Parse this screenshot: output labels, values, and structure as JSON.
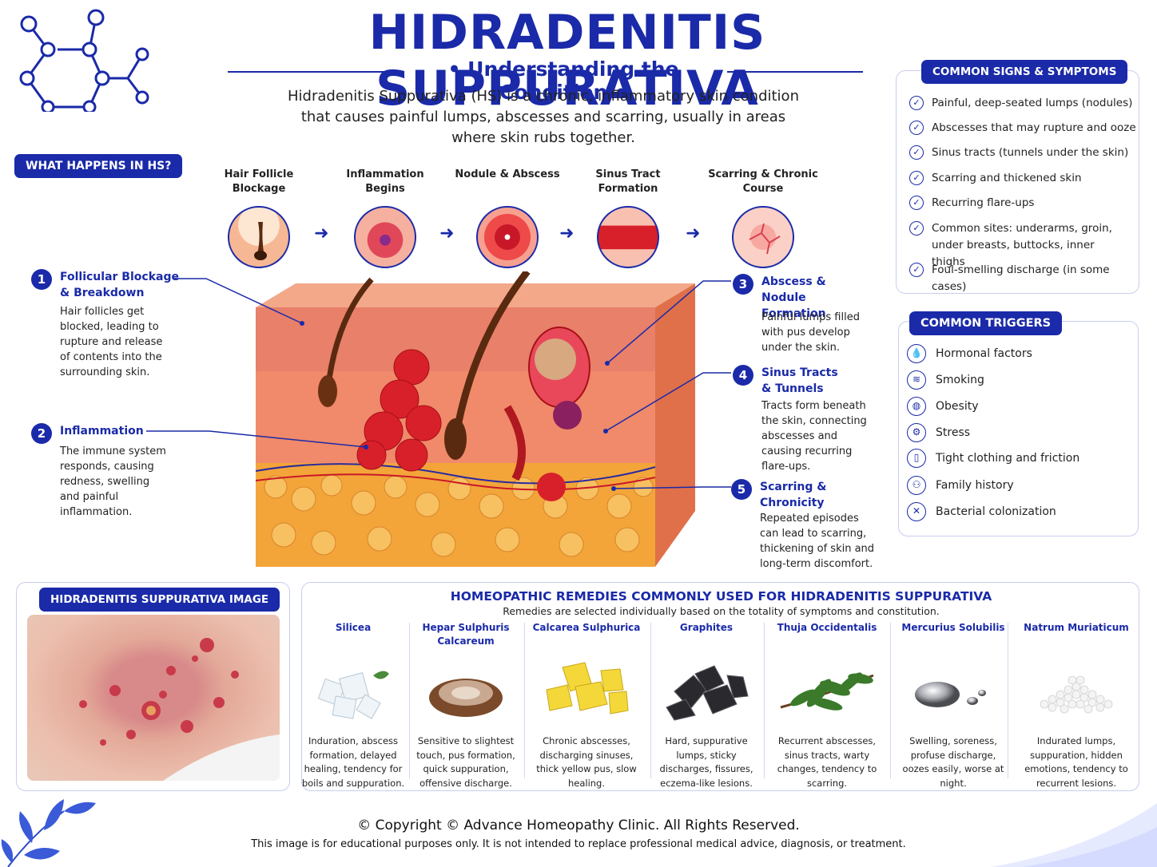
{
  "header": {
    "title": "HIDRADENITIS SUPPURATIVA",
    "subtitle": "• Understanding the Condition •",
    "intro": "Hidradenitis Suppurativa (HS) is a chronic, inflammatory skin condition that causes painful lumps, abscesses and scarring, usually in areas where skin rubs together."
  },
  "what_happens": {
    "label": "WHAT HAPPENS IN HS?",
    "stages": [
      {
        "label": "Hair Follicle Blockage"
      },
      {
        "label": "Inflammation Begins"
      },
      {
        "label": "Nodule & Abscess"
      },
      {
        "label": "Sinus Tract Formation"
      },
      {
        "label": "Scarring & Chronic Course"
      }
    ],
    "callouts": [
      {
        "num": "1",
        "title": "Follicular Blockage & Breakdown",
        "desc": "Hair follicles get blocked, leading to rupture and release of contents into the surrounding skin."
      },
      {
        "num": "2",
        "title": "Inflammation",
        "desc": "The immune system responds, causing redness, swelling and painful inflammation."
      },
      {
        "num": "3",
        "title": "Abscess & Nodule Formation",
        "desc": "Painful lumps filled with pus develop under the skin."
      },
      {
        "num": "4",
        "title": "Sinus Tracts & Tunnels",
        "desc": "Tracts form beneath the skin, connecting abscesses and causing recurring flare-ups."
      },
      {
        "num": "5",
        "title": "Scarring & Chronicity",
        "desc": "Repeated episodes can lead to scarring, thickening of skin and long-term discomfort."
      }
    ]
  },
  "symptoms": {
    "label": "COMMON SIGNS & SYMPTOMS",
    "items": [
      "Painful, deep-seated lumps (nodules)",
      "Abscesses that may rupture and ooze",
      "Sinus tracts (tunnels under the skin)",
      "Scarring and thickened skin",
      "Recurring flare-ups",
      "Common sites: underarms, groin, under breasts, buttocks, inner thighs",
      "Foul-smelling discharge (in some cases)"
    ]
  },
  "triggers": {
    "label": "COMMON TRIGGERS",
    "items": [
      {
        "text": "Hormonal factors",
        "icon": "droplet-icon",
        "glyph": "💧"
      },
      {
        "text": "Smoking",
        "icon": "cigarette-icon",
        "glyph": "≋"
      },
      {
        "text": "Obesity",
        "icon": "body-icon",
        "glyph": "◍"
      },
      {
        "text": "Stress",
        "icon": "gear-icon",
        "glyph": "⚙"
      },
      {
        "text": "Tight clothing and friction",
        "icon": "shirt-icon",
        "glyph": "▯"
      },
      {
        "text": "Family history",
        "icon": "family-icon",
        "glyph": "⚇"
      },
      {
        "text": "Bacterial colonization",
        "icon": "bacteria-icon",
        "glyph": "✕"
      }
    ]
  },
  "photo": {
    "label": "HIDRADENITIS SUPPURATIVA IMAGE"
  },
  "remedies": {
    "title": "HOMEOPATHIC REMEDIES COMMONLY USED FOR HIDRADENITIS SUPPURATIVA",
    "note": "Remedies are selected individually based on the totality of symptoms and constitution.",
    "items": [
      {
        "name": "Silicea",
        "desc": "Induration, abscess formation, delayed healing, tendency for boils and suppuration."
      },
      {
        "name": "Hepar Sulphuris Calcareum",
        "desc": "Sensitive to slightest touch, pus formation, quick suppuration, offensive discharge."
      },
      {
        "name": "Calcarea Sulphurica",
        "desc": "Chronic abscesses, discharging sinuses, thick yellow pus, slow healing."
      },
      {
        "name": "Graphites",
        "desc": "Hard, suppurative lumps, sticky discharges, fissures, eczema-like lesions."
      },
      {
        "name": "Thuja Occidentalis",
        "desc": "Recurrent abscesses, sinus tracts, warty changes, tendency to scarring."
      },
      {
        "name": "Mercurius Solubilis",
        "desc": "Swelling, soreness, profuse discharge, oozes easily, worse at night."
      },
      {
        "name": "Natrum Muriaticum",
        "desc": "Indurated lumps, suppuration, hidden emotions, tendency to recurrent lesions."
      }
    ]
  },
  "footer": {
    "copyright": "© Copyright © Advance Homeopathy Clinic. All Rights Reserved.",
    "disclaimer": "This image is for educational purposes only. It is not intended to replace professional medical advice, diagnosis, or treatment."
  },
  "colors": {
    "brand": "#1a2aa8",
    "skin": "#f08a6a",
    "inflamed": "#d42a3a",
    "fat": "#f3a53a"
  }
}
